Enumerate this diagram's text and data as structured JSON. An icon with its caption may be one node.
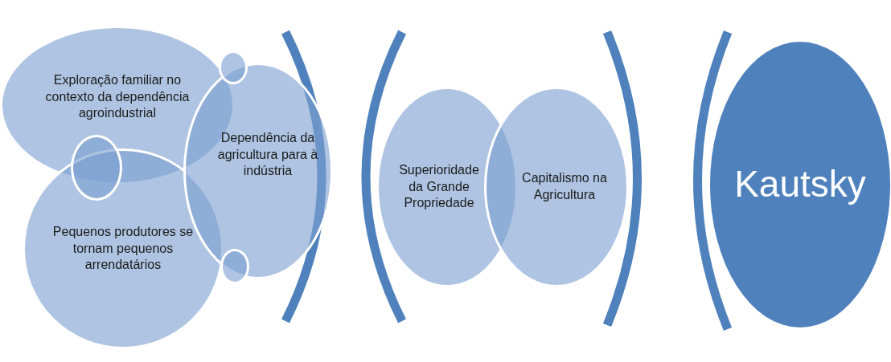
{
  "diagram": {
    "nodes": [
      {
        "text": [
          "Exploração familiar no contexto da dependência agroindustrial"
        ]
      },
      {
        "text": [
          "Pequenos produtores se tornam pequenos arrendatários"
        ]
      },
      {
        "text": [
          "Dependência da agricultura para à indústria"
        ]
      },
      {
        "text": [],
        "shape": "circle"
      },
      {
        "text": [],
        "shape": "circle"
      },
      {
        "text": [],
        "shape": "circle"
      },
      {
        "text": [
          "Superioridade da Grande Propriedade"
        ]
      },
      {
        "text": [
          "Capitalismo na Agricultura"
        ]
      },
      {
        "text": [
          "Kautsky"
        ]
      }
    ]
  }
}
